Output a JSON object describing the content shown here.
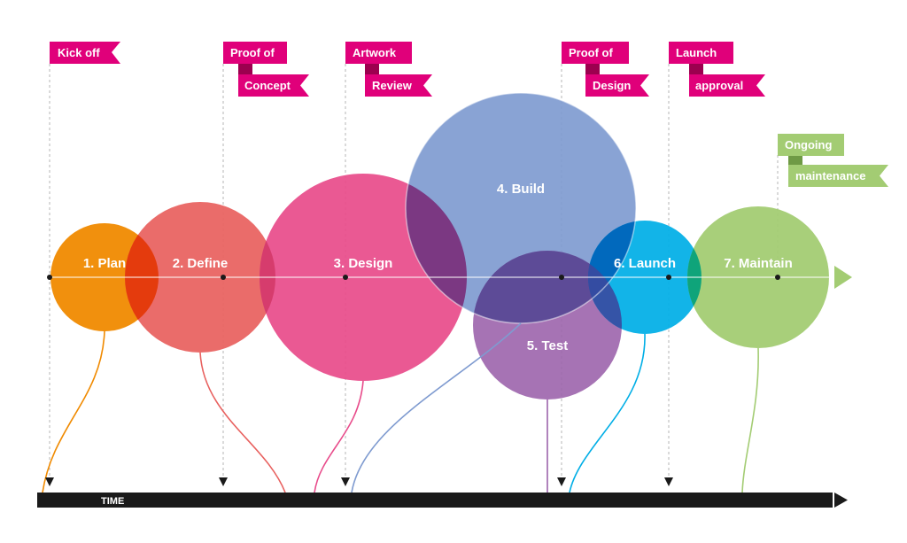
{
  "phases": [
    {
      "label": "1. Plan",
      "color": "#f08a00"
    },
    {
      "label": "2. Define",
      "color": "#e8615f"
    },
    {
      "label": "3. Design",
      "color": "#e84c8b"
    },
    {
      "label": "4. Build",
      "color": "#7f9bd0"
    },
    {
      "label": "5. Test",
      "color": "#9c64ac"
    },
    {
      "label": "6. Launch",
      "color": "#00aee6"
    },
    {
      "label": "7. Maintain",
      "color": "#a3cc73"
    }
  ],
  "milestones": [
    {
      "line1": "Kick off",
      "line2": "",
      "color": "#e0007a"
    },
    {
      "line1": "Proof of",
      "line2": "Concept",
      "color": "#e0007a"
    },
    {
      "line1": "Artwork",
      "line2": "Review",
      "color": "#e0007a"
    },
    {
      "line1": "Proof of",
      "line2": "Design",
      "color": "#e0007a"
    },
    {
      "line1": "Launch",
      "line2": "approval",
      "color": "#e0007a"
    },
    {
      "line1": "Ongoing",
      "line2": "maintenance",
      "color": "#a3cc73"
    }
  ],
  "timeline": {
    "label": "TIME",
    "color": "#1a1a1a"
  }
}
